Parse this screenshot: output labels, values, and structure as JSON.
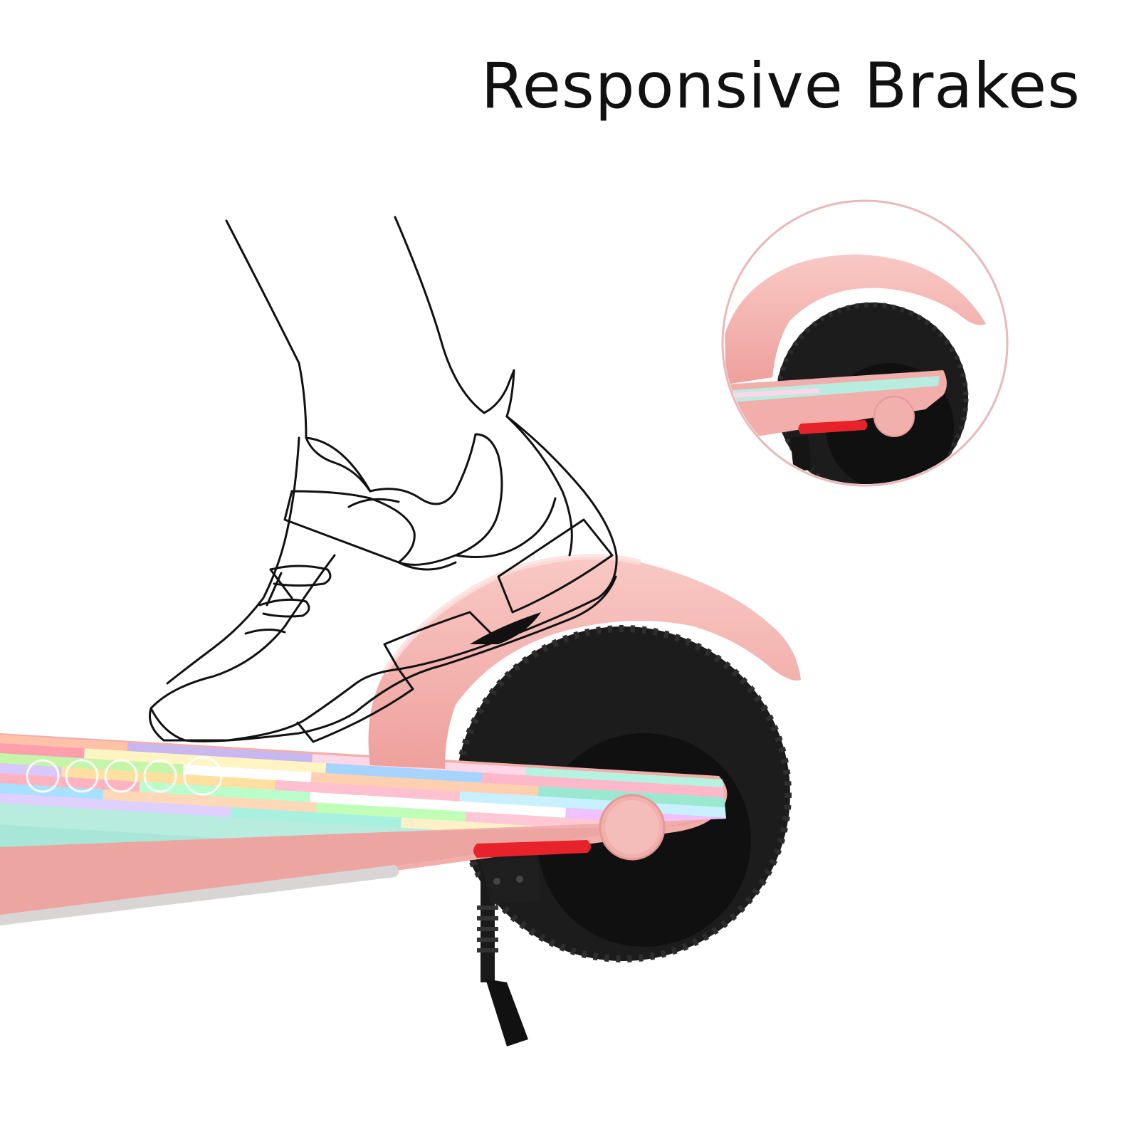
{
  "headline": {
    "text": "Responsive Brakes"
  },
  "colors": {
    "body_pink": "#f4b3b0",
    "body_pink_dark": "#e89b98",
    "tire_black": "#1c1c1c",
    "reflector_red": "#e8222b",
    "outline_black": "#111111",
    "inset_ring": "#e9b8b7"
  },
  "icons": {
    "shoe": "sneaker-line-drawing",
    "stand": "spring-kickstand"
  }
}
